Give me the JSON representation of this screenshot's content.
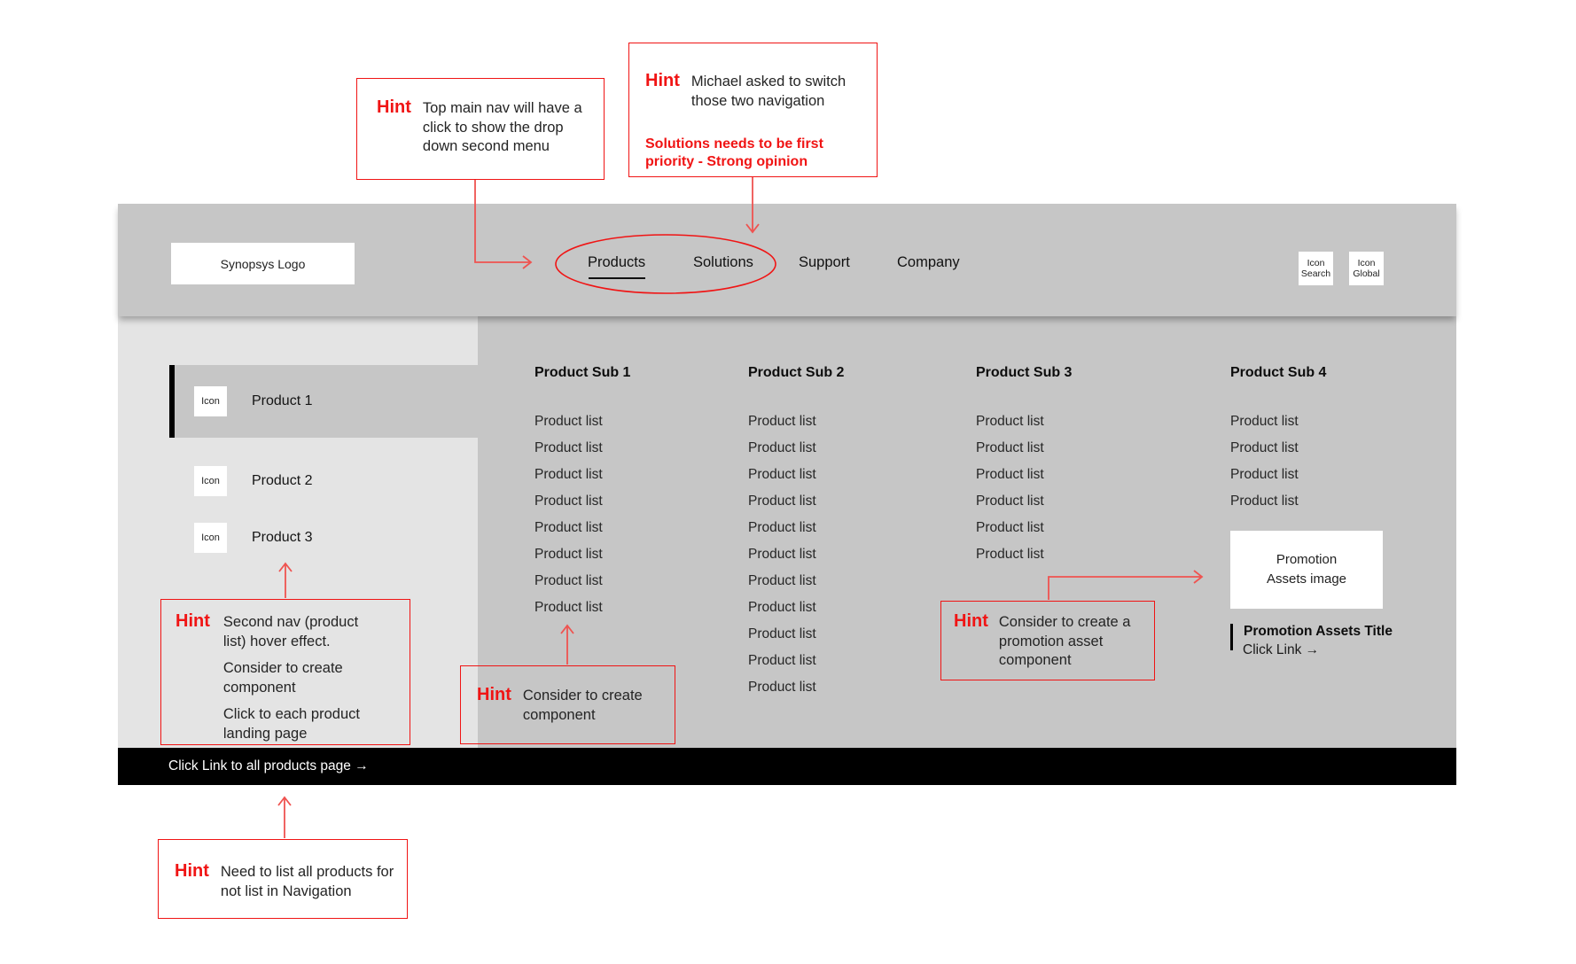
{
  "colors": {
    "accent_red": "#f01414",
    "arrow_red": "#ef5350",
    "panel_gray": "#c6c6c6",
    "sidebar_gray": "#e4e4e4",
    "footer_black": "#000000"
  },
  "header": {
    "logo": "Synopsys Logo",
    "nav": [
      {
        "label": "Products",
        "underlined": true
      },
      {
        "label": "Solutions",
        "underlined": false
      },
      {
        "label": "Support",
        "underlined": false
      },
      {
        "label": "Company",
        "underlined": false
      }
    ],
    "icons": [
      {
        "name": "search-icon",
        "lines": [
          "Icon",
          "Search"
        ]
      },
      {
        "name": "global-icon",
        "lines": [
          "Icon",
          "Global"
        ]
      }
    ]
  },
  "sidebar": {
    "items": [
      {
        "icon_label": "Icon",
        "label": "Product 1",
        "selected": true
      },
      {
        "icon_label": "Icon",
        "label": "Product 2",
        "selected": false
      },
      {
        "icon_label": "Icon",
        "label": "Product 3",
        "selected": false
      }
    ]
  },
  "dropdown": {
    "columns": [
      {
        "title": "Product Sub 1",
        "items": [
          "Product list",
          "Product list",
          "Product list",
          "Product list",
          "Product list",
          "Product list",
          "Product list",
          "Product list"
        ]
      },
      {
        "title": "Product Sub 2",
        "items": [
          "Product list",
          "Product list",
          "Product list",
          "Product list",
          "Product list",
          "Product list",
          "Product list",
          "Product list",
          "Product list",
          "Product list",
          "Product list"
        ]
      },
      {
        "title": "Product Sub 3",
        "items": [
          "Product list",
          "Product list",
          "Product list",
          "Product list",
          "Product list",
          "Product list"
        ]
      },
      {
        "title": "Product Sub 4",
        "items": [
          "Product list",
          "Product list",
          "Product list",
          "Product list"
        ]
      }
    ],
    "promo": {
      "image_label": "Promotion Assets image",
      "title": "Promotion Assets Title",
      "link": "Click Link →"
    }
  },
  "footer": {
    "link": "Click Link to all products page →"
  },
  "hints": [
    {
      "id": "hint-1",
      "label": "Hint",
      "paragraphs": [
        {
          "text": "Top main nav will have a click to show the drop down second menu",
          "em": false
        }
      ]
    },
    {
      "id": "hint-2",
      "label": "Hint",
      "paragraphs": [
        {
          "text": "Michael asked to switch those two navigation",
          "em": false
        },
        {
          "text": "Solutions needs to be first priority - Strong opinion",
          "em": true
        }
      ]
    },
    {
      "id": "hint-3",
      "label": "Hint",
      "paragraphs": [
        {
          "text": "Second nav (product list) hover effect.",
          "em": false
        },
        {
          "text": "Consider to create component",
          "em": false
        },
        {
          "text": "Click to each product landing page",
          "em": false
        }
      ]
    },
    {
      "id": "hint-4",
      "label": "Hint",
      "paragraphs": [
        {
          "text": "Consider to create component",
          "em": false
        }
      ]
    },
    {
      "id": "hint-5",
      "label": "Hint",
      "paragraphs": [
        {
          "text": "Consider to create a promotion asset component",
          "em": false
        }
      ]
    },
    {
      "id": "hint-6",
      "label": "Hint",
      "paragraphs": [
        {
          "text": "Need to list all products for not list in Navigation",
          "em": false
        }
      ]
    }
  ]
}
